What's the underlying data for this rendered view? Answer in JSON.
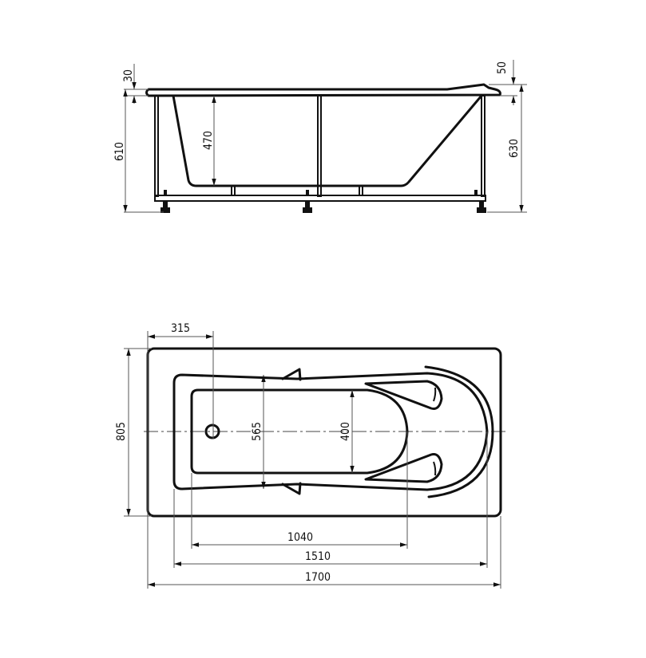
{
  "title": "Bathtub dimensional drawing",
  "side_view": {
    "dims": {
      "rim_left": "30",
      "height_left": "610",
      "depth": "470",
      "rim_right": "50",
      "height_right": "630"
    }
  },
  "plan_view": {
    "dims": {
      "drain_offset": "315",
      "width": "805",
      "inner_width": "565",
      "basin_width": "400",
      "basin_length": "1040",
      "inner_length": "1510",
      "length": "1700"
    }
  }
}
